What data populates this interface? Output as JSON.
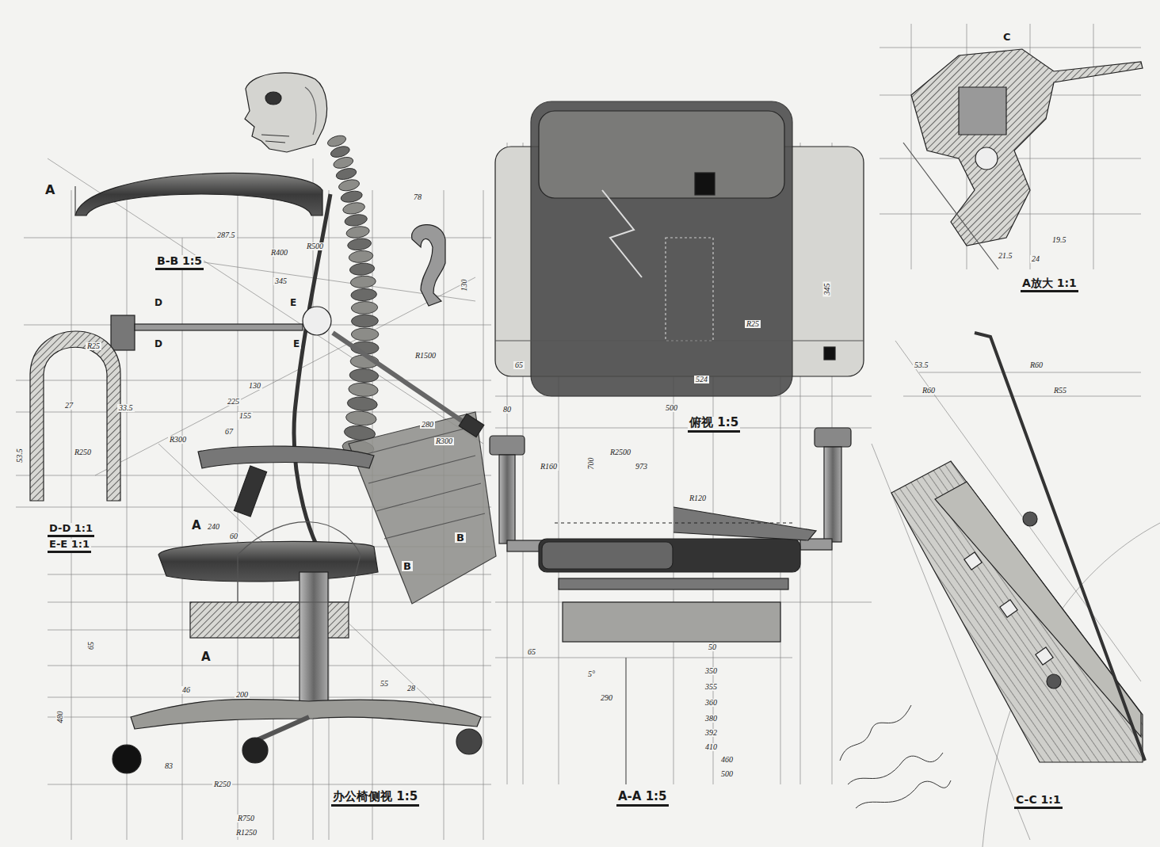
{
  "diagram": {
    "labels": [
      "A",
      "B-B 1:5",
      "287.5",
      "R400",
      "R500",
      "345",
      "D",
      "D",
      "E",
      "E",
      "R25",
      "27",
      "33.5",
      "53.5",
      "R250",
      "D-D 1:1",
      "E-E 1:1",
      "130",
      "225",
      "155",
      "67",
      "R300",
      "R1500",
      "280",
      "R300",
      "78",
      "130",
      "A",
      "240",
      "60",
      "B",
      "B",
      "65",
      "A",
      "46",
      "200",
      "55",
      "28",
      "480",
      "83",
      "R250",
      "R750",
      "R1250",
      "办公椅侧视 1:5",
      "俯视 1:5",
      "500",
      "524",
      "R25",
      "65",
      "80",
      "345",
      "700",
      "R2500",
      "973",
      "R160",
      "R120",
      "5°",
      "65",
      "290",
      "50",
      "350",
      "355",
      "360",
      "380",
      "392",
      "410",
      "460",
      "500",
      "A-A 1:5",
      "C",
      "21.5",
      "24",
      "19.5",
      "A放大 1:1",
      "53.5",
      "R60",
      "R60",
      "R55",
      "C-C 1:1"
    ]
  }
}
